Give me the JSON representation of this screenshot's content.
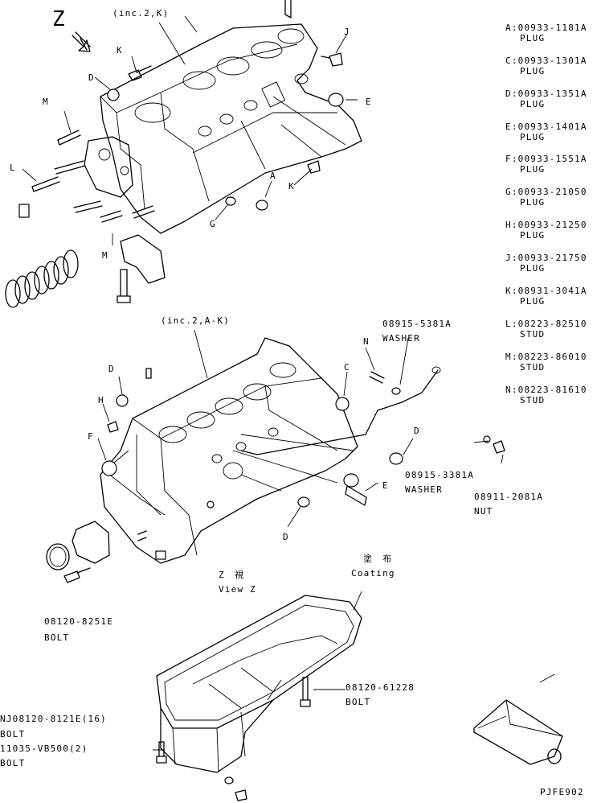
{
  "view_marker": "Z",
  "callouts": {
    "top_block_inc": "(inc.2,K)",
    "bottom_block_inc": "(inc.2,A-K)",
    "top": {
      "K1": "K",
      "J": "J",
      "D1": "D",
      "M1": "M",
      "E1": "E",
      "L": "L",
      "A1": "A",
      "K2": "K",
      "G": "G",
      "M2": "M"
    },
    "bottom": {
      "D2": "D",
      "C": "C",
      "N": "N",
      "H": "H",
      "F": "F",
      "D3": "D",
      "E2": "E",
      "D4": "D"
    }
  },
  "parts": {
    "washer1_no": "08915-5381A",
    "washer1_name": "WASHER",
    "washer2_no": "08915-3381A",
    "washer2_name": "WASHER",
    "nut_no": "08911-2081A",
    "nut_name": "NUT",
    "bolt1_no": "08120-8251E",
    "bolt1_name": "BOLT",
    "coating_jp": "塗　布",
    "coating_en": "Coating",
    "view_z_jp": "Z　視",
    "view_z_en": "View Z",
    "bolt2_no": "08120-61228",
    "bolt2_name": "BOLT",
    "bolt3_no": "NJ08120-8121E(16)",
    "bolt3_name": "BOLT",
    "bolt4_no": "11035-VB500(2)",
    "bolt4_name": "BOLT"
  },
  "legend": [
    {
      "key": "A",
      "part": "00933-1181A",
      "name": "PLUG"
    },
    {
      "key": "C",
      "part": "00933-1301A",
      "name": "PLUG"
    },
    {
      "key": "D",
      "part": "00933-1351A",
      "name": "PLUG"
    },
    {
      "key": "E",
      "part": "00933-1401A",
      "name": "PLUG"
    },
    {
      "key": "F",
      "part": "00933-1551A",
      "name": "PLUG"
    },
    {
      "key": "G",
      "part": "00933-21050",
      "name": "PLUG"
    },
    {
      "key": "H",
      "part": "00933-21250",
      "name": "PLUG"
    },
    {
      "key": "J",
      "part": "00933-21750",
      "name": "PLUG"
    },
    {
      "key": "K",
      "part": "08931-3041A",
      "name": "PLUG"
    },
    {
      "key": "L",
      "part": "08223-82510",
      "name": "STUD"
    },
    {
      "key": "M",
      "part": "08223-86010",
      "name": "STUD"
    },
    {
      "key": "N",
      "part": "08223-81610",
      "name": "STUD"
    }
  ],
  "page_code": "PJFE902"
}
